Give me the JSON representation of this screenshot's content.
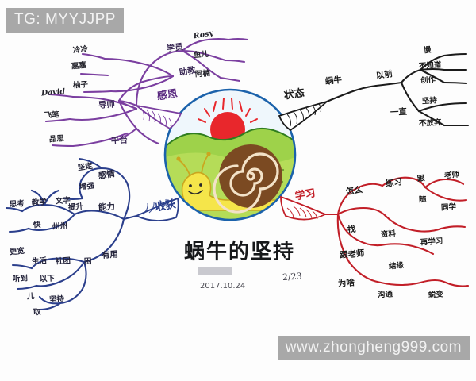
{
  "watermarks": {
    "top_left": "TG: MYYJJPP",
    "bottom_right": "www.zhongheng999.com"
  },
  "center": {
    "title": "蜗牛的坚持",
    "date": "2017.10.24",
    "page_number": "2/23",
    "illustration": {
      "name": "snail-drawing",
      "elements": [
        "sun",
        "hill",
        "snail-body",
        "snail-shell-spiral",
        "smiley-face"
      ],
      "colors": {
        "sky": "#eef6fb",
        "sun": "#e8272c",
        "hill": "#8cc63f",
        "body": "#f7e84a",
        "shell": "#7a4a1e",
        "outline": "#1a5fa8"
      }
    }
  },
  "branches": [
    {
      "id": "gratitude",
      "label": "感恩",
      "color": "#7b3fa0",
      "position": "top-left",
      "children": [
        {
          "label": "助教",
          "children": [
            {
              "label": "冷冷"
            },
            {
              "label": "嘉嘉"
            },
            {
              "label": "柚子"
            }
          ]
        },
        {
          "label": "导师",
          "children": [
            {
              "label": "David"
            },
            {
              "label": "飞笔"
            }
          ]
        },
        {
          "label": "平台",
          "children": [
            {
              "label": "品思"
            }
          ]
        }
      ]
    },
    {
      "id": "classmates",
      "label": "学员",
      "color": "#7b3fa0",
      "position": "top-center",
      "children": [
        {
          "label": "Rosy"
        },
        {
          "label": "鱼儿"
        },
        {
          "label": "阿楠"
        }
      ]
    },
    {
      "id": "state",
      "label": "状态",
      "color": "#1b1b1b",
      "position": "top-right",
      "children": [
        {
          "label": "蜗牛",
          "children": [
            {
              "label": "以前",
              "children": [
                {
                  "label": "慢"
                },
                {
                  "label": "不知道"
                },
                {
                  "label": "创作"
                }
              ]
            },
            {
              "label": "一直",
              "children": [
                {
                  "label": "坚持"
                },
                {
                  "label": "不放弃"
                }
              ]
            }
          ]
        }
      ]
    },
    {
      "id": "harvest",
      "label": "收获",
      "color": "#2b3f8c",
      "position": "left",
      "children": [
        {
          "label": "感情",
          "children": [
            {
              "label": "坚定"
            },
            {
              "label": "增强"
            }
          ]
        },
        {
          "label": "能力",
          "children": [
            {
              "label": "提升",
              "children": [
                {
                  "label": "快"
                },
                {
                  "label": "州州"
                },
                {
                  "label": "思考"
                },
                {
                  "label": "教学"
                },
                {
                  "label": "文字"
                }
              ]
            }
          ]
        },
        {
          "label": "有用",
          "children": [
            {
              "label": "社团",
              "children": [
                {
                  "label": "生活"
                },
                {
                  "label": "更宽"
                },
                {
                  "label": "听到"
                },
                {
                  "label": "以下"
                },
                {
                  "label": "坚持"
                },
                {
                  "label": "儿"
                },
                {
                  "label": "取"
                }
              ]
            },
            {
              "label": "困"
            }
          ]
        }
      ]
    },
    {
      "id": "learning",
      "label": "学习",
      "color": "#c21f28",
      "position": "right",
      "children": [
        {
          "label": "怎么",
          "children": [
            {
              "label": "练习",
              "children": [
                {
                  "label": "跟",
                  "children": [
                    {
                      "label": "老师"
                    }
                  ]
                },
                {
                  "label": "随",
                  "children": [
                    {
                      "label": "同学"
                    }
                  ]
                }
              ]
            }
          ]
        },
        {
          "label": "找",
          "children": [
            {
              "label": "资料"
            },
            {
              "label": "再学习"
            }
          ]
        },
        {
          "label": "跟老师",
          "children": [
            {
              "label": "结缘"
            }
          ]
        },
        {
          "label": "为啥",
          "children": [
            {
              "label": "沟通"
            },
            {
              "label": "蜕变"
            }
          ]
        }
      ]
    }
  ]
}
